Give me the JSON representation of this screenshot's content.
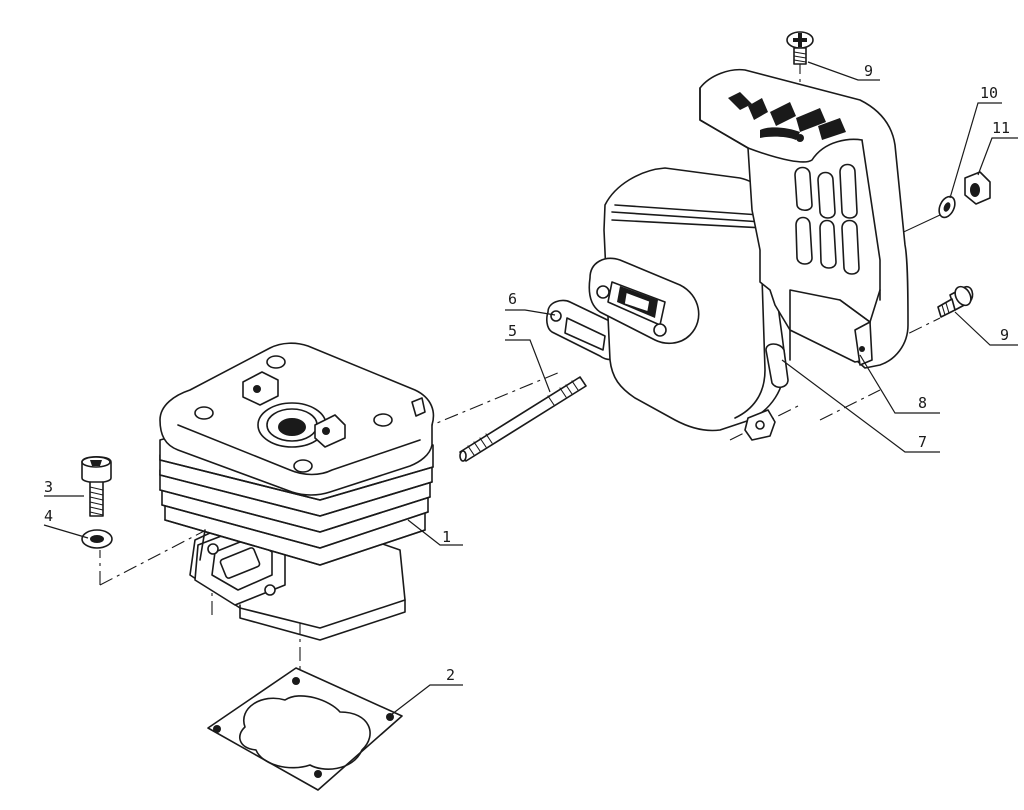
{
  "callouts": [
    {
      "id": "c1",
      "text": "1"
    },
    {
      "id": "c2",
      "text": "2"
    },
    {
      "id": "c3",
      "text": "3"
    },
    {
      "id": "c4",
      "text": "4"
    },
    {
      "id": "c5",
      "text": "5"
    },
    {
      "id": "c6",
      "text": "6"
    },
    {
      "id": "c7",
      "text": "7"
    },
    {
      "id": "c8",
      "text": "8"
    },
    {
      "id": "c9a",
      "text": "9"
    },
    {
      "id": "c9b",
      "text": "9"
    },
    {
      "id": "c10",
      "text": "10"
    },
    {
      "id": "c11",
      "text": "11"
    }
  ]
}
